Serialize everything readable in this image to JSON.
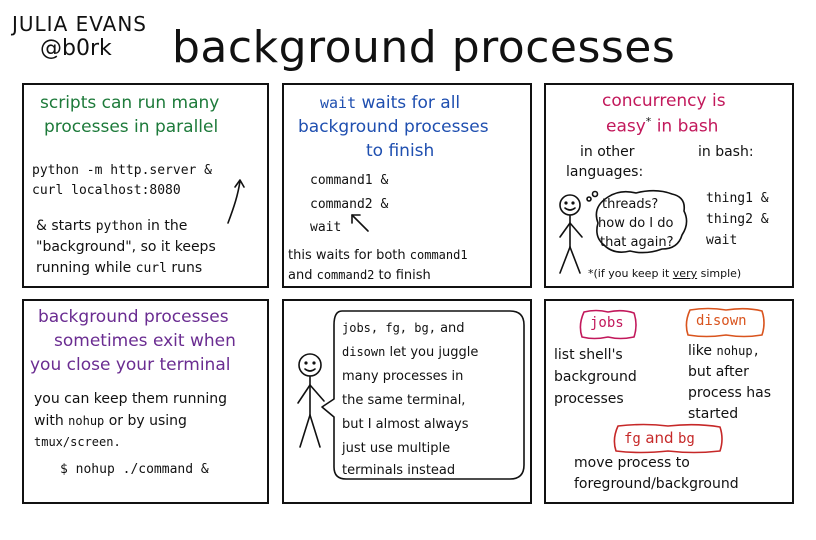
{
  "author": {
    "name": "JULIA EVANS",
    "handle": "@b0rk"
  },
  "title": "background processes",
  "panel1": {
    "heading": [
      "scripts can run many",
      "processes in parallel"
    ],
    "code": [
      "python -m http.server &",
      "curl localhost:8080"
    ],
    "desc_amp": "& starts",
    "desc_python": "python",
    "desc_rest1": "in the",
    "desc_line2": "\"background\", so it keeps",
    "desc_line3a": "running while",
    "desc_curl": "curl",
    "desc_line3b": "runs"
  },
  "panel2": {
    "heading_wait": "wait",
    "heading": [
      "waits for all",
      "background processes",
      "to finish"
    ],
    "code": [
      "command1 &",
      "command2 &",
      "wait"
    ],
    "desc_line1": "this waits for both",
    "desc_cmd1": "command1",
    "desc_and": "and",
    "desc_cmd2": "command2",
    "desc_finish": "to finish"
  },
  "panel3": {
    "heading": [
      "concurrency is",
      "easy",
      "in bash"
    ],
    "other_label": [
      "in other",
      "languages:"
    ],
    "bash_label": "in bash:",
    "thought": [
      "threads?",
      "how do I do",
      "that again?"
    ],
    "code": [
      "thing1 &",
      "thing2 &",
      "wait"
    ],
    "footnote": "*(if you keep it",
    "footnote_very": "very",
    "footnote_end": "simple)"
  },
  "panel4": {
    "heading": [
      "background processes",
      "sometimes exit when",
      "you close your terminal"
    ],
    "desc": [
      "you can keep them running",
      "with",
      "nohup",
      "or by using",
      "tmux/screen."
    ],
    "command": "$ nohup ./command &"
  },
  "panel5": {
    "bubble_code": "jobs, fg, bg,",
    "bubble_and": "and",
    "bubble_disown": "disown",
    "bubble_rest": [
      "let you juggle",
      "many processes in",
      "the same terminal,",
      "but I almost always",
      "just use multiple",
      "terminals instead"
    ]
  },
  "panel6": {
    "jobs_tag": "jobs",
    "jobs_desc": [
      "list shell's",
      "background",
      "processes"
    ],
    "disown_tag": "disown",
    "disown_desc": [
      "like",
      "nohup,",
      "but after",
      "process has",
      "started"
    ],
    "fgbg_fg": "fg",
    "fgbg_and": "and",
    "fgbg_bg": "bg",
    "fgbg_desc": [
      "move process to",
      "foreground/background"
    ]
  }
}
